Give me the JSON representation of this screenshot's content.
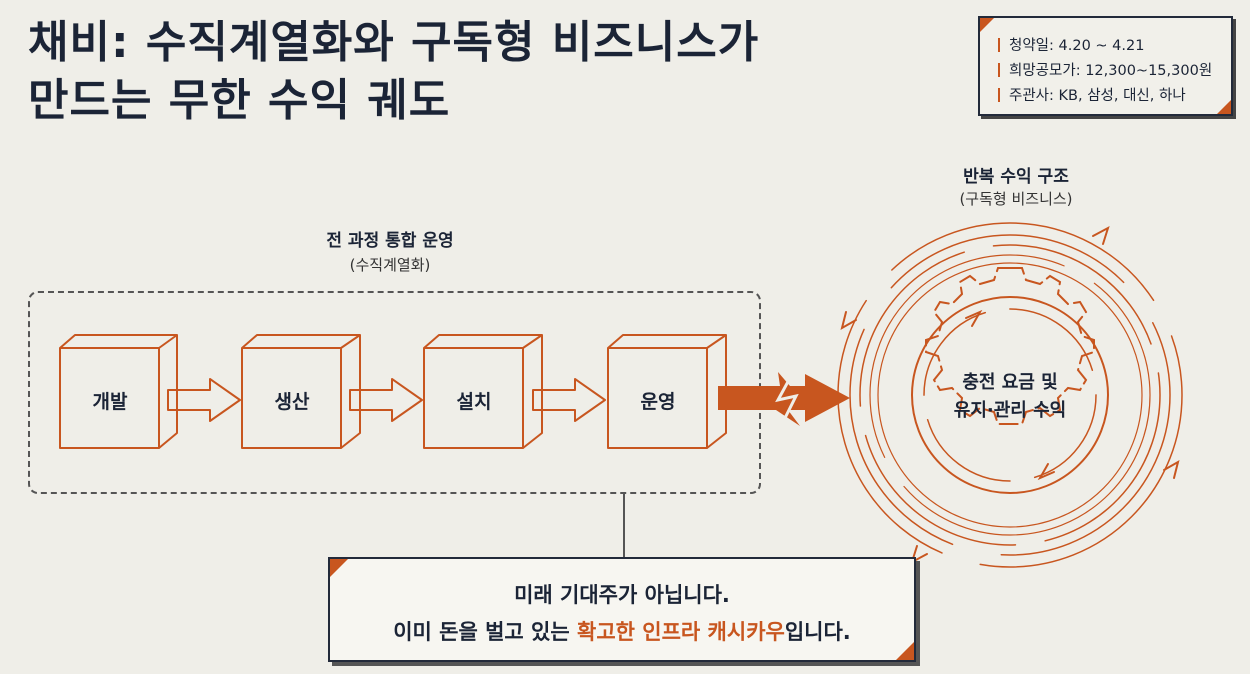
{
  "title": {
    "line1": "채비: 수직계열화와 구독형 비즈니스가",
    "line2": "만드는 무한 수익 궤도"
  },
  "ipo_info": [
    "청약일: 4.20 ~ 4.21",
    "희망공모가: 12,300~15,300원",
    "주관사: KB, 삼성, 대신, 하나"
  ],
  "left_section": {
    "heading": "전 과정 통합 운영",
    "subheading": "(수직계열화)",
    "steps": [
      "개발",
      "생산",
      "설치",
      "운영"
    ]
  },
  "right_section": {
    "heading": "반복 수익 구조",
    "subheading": "(구독형 비즈니스)",
    "center_line1": "충전 요금 및",
    "center_line2": "유지·관리 수익"
  },
  "callout": {
    "line1": "미래 기대주가 아닙니다.",
    "line2_prefix": "이미 돈을 벌고 있는 ",
    "line2_highlight": "확고한 인프라 캐시카우",
    "line2_suffix": "입니다."
  },
  "colors": {
    "accent": "#c8561f",
    "ink": "#1b2436",
    "background": "#efeee8"
  }
}
